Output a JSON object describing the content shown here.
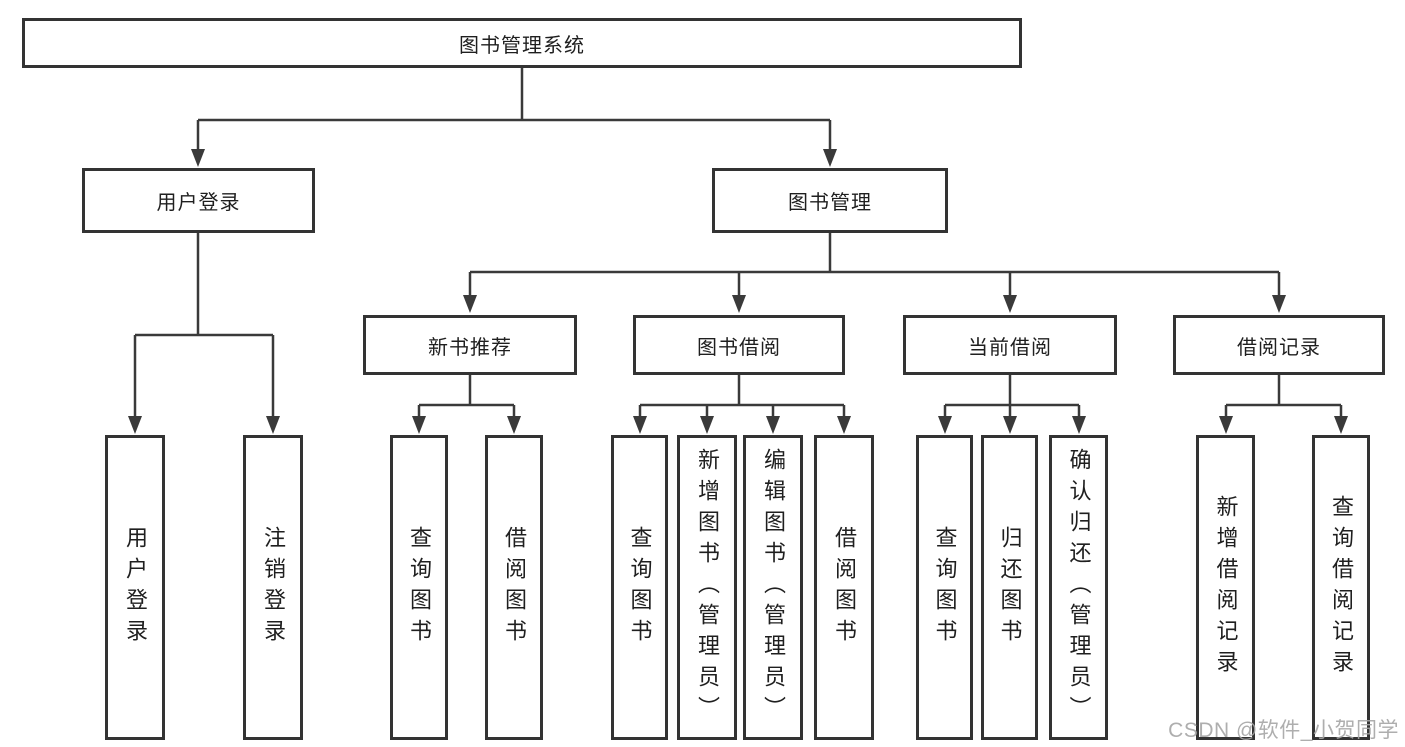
{
  "nodes": {
    "root": "图书管理系统",
    "user_login": "用户登录",
    "book_mgmt": "图书管理",
    "new_book_rec": "新书推荐",
    "book_borrow": "图书借阅",
    "current_borrow": "当前借阅",
    "borrow_records": "借阅记录",
    "user_login_leaf": "用户登录",
    "logout": "注销登录",
    "nbr_query": "查询图书",
    "nbr_borrow": "借阅图书",
    "bb_query": "查询图书",
    "bb_add": "新增图书（管理员）",
    "bb_edit": "编辑图书（管理员）",
    "bb_borrow": "借阅图书",
    "cb_query": "查询图书",
    "cb_return": "归还图书",
    "cb_confirm": "确认归还（管理员）",
    "br_add": "新增借阅记录",
    "br_query": "查询借阅记录"
  },
  "watermark": "CSDN @软件_小贺同学",
  "colors": {
    "line": "#3a3a3a",
    "box_border": "#333333",
    "text": "#1f1f1f",
    "watermark": "#a5a5a5",
    "background": "#ffffff"
  }
}
